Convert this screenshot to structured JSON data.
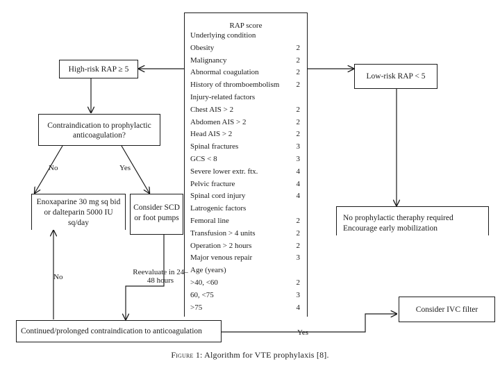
{
  "rap": {
    "title": "RAP score",
    "rows": [
      {
        "label": "Underlying condition",
        "points": "",
        "heading": true
      },
      {
        "label": "Obesity",
        "points": "2"
      },
      {
        "label": "Malignancy",
        "points": "2"
      },
      {
        "label": "Abnormal coagulation",
        "points": "2"
      },
      {
        "label": "History of thromboembolism",
        "points": "2"
      },
      {
        "label": "Injury-related factors",
        "points": "",
        "heading": true
      },
      {
        "label": "Chest AIS > 2",
        "points": "2"
      },
      {
        "label": "Abdomen AIS > 2",
        "points": "2"
      },
      {
        "label": "Head AIS > 2",
        "points": "2"
      },
      {
        "label": "Spinal fractures",
        "points": "3"
      },
      {
        "label": "GCS < 8",
        "points": "3"
      },
      {
        "label": "Severe lower extr. ftx.",
        "points": "4"
      },
      {
        "label": "Pelvic fracture",
        "points": "4"
      },
      {
        "label": "Spinal cord injury",
        "points": "4"
      },
      {
        "label": "Latrogenic factors",
        "points": "",
        "heading": true
      },
      {
        "label": "Femoral line",
        "points": "2"
      },
      {
        "label": "Transfusion > 4 units",
        "points": "2"
      },
      {
        "label": "Operation > 2 hours",
        "points": "2"
      },
      {
        "label": "Major venous repair",
        "points": "3"
      },
      {
        "label": "Age (years)",
        "points": "",
        "heading": true
      },
      {
        "label": ">40, <60",
        "points": "2"
      },
      {
        "label": "60, <75",
        "points": "3"
      },
      {
        "label": ">75",
        "points": "4"
      }
    ]
  },
  "boxes": {
    "high_risk": "High-risk RAP ≥ 5",
    "low_risk": "Low-risk RAP < 5",
    "contraindication": "Contraindication to prophylactic anticoagulation?",
    "enoxaparine": "Enoxaparine 30 mg sq bid or dalteparin 5000 IU sq/day",
    "scd": "Consider SCD or foot pumps",
    "no_prophylactic_1": "No prophylactic theraphy required",
    "no_prophylactic_2": "Encourage early mobilization",
    "continued": "Continued/prolonged contraindication to anticoagulation",
    "ivc": "Consider IVC filter"
  },
  "labels": {
    "no_left": "No",
    "yes_right": "Yes",
    "no_up": "No",
    "reevaluate": "Reevaluate in 24–48 hours",
    "yes_bottom": "Yes"
  },
  "caption": {
    "figure": "Figure 1:",
    "text": "Algorithm for VTE prophylaxis [8]."
  }
}
